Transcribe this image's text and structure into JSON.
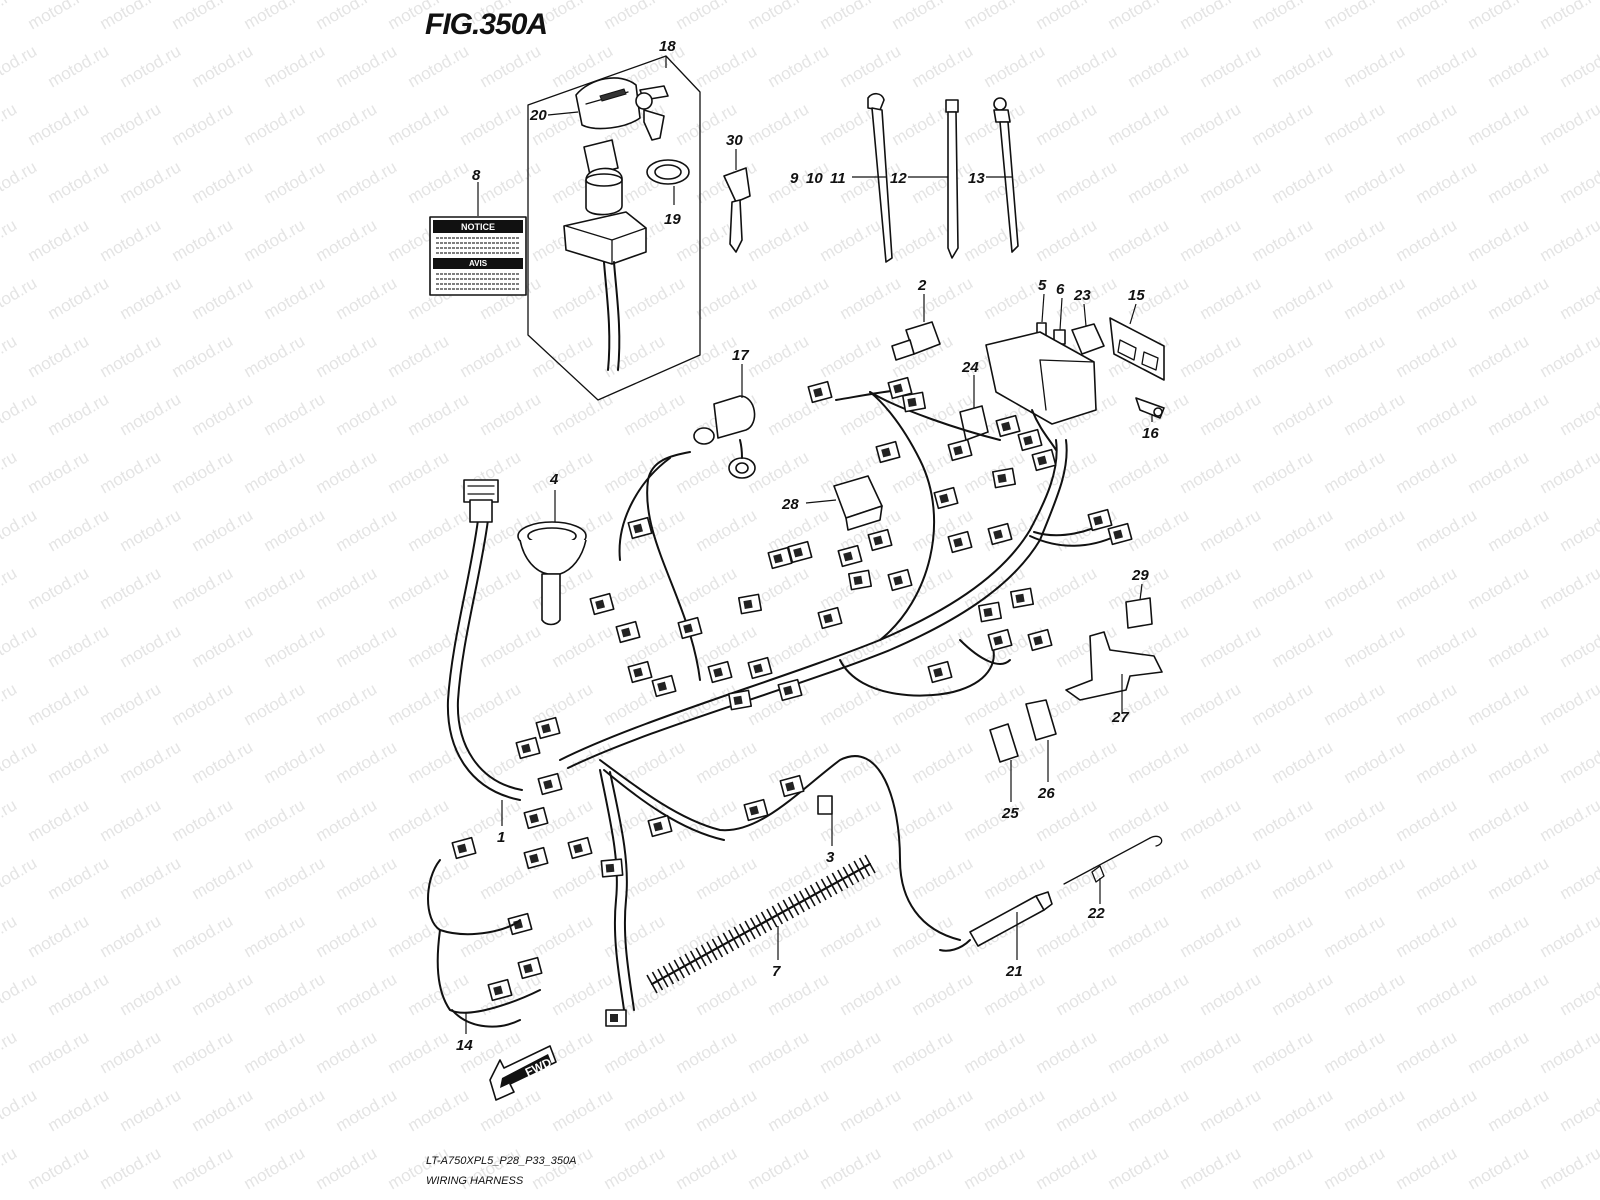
{
  "figure": {
    "title": "FIG.350A",
    "model_code": "LT-A750XPL5_P28_P33_350A",
    "caption": "WIRING HARNESS",
    "direction_label": "FWD"
  },
  "label_boxes": {
    "notice": "NOTICE",
    "avis": "AVIS"
  },
  "watermark": "motod.ru",
  "callouts": [
    {
      "id": "c1",
      "text": "1"
    },
    {
      "id": "c2",
      "text": "2"
    },
    {
      "id": "c3",
      "text": "3"
    },
    {
      "id": "c4",
      "text": "4"
    },
    {
      "id": "c5",
      "text": "5"
    },
    {
      "id": "c6",
      "text": "6"
    },
    {
      "id": "c7",
      "text": "7"
    },
    {
      "id": "c8",
      "text": "8"
    },
    {
      "id": "c9",
      "text": "9"
    },
    {
      "id": "c10",
      "text": "10"
    },
    {
      "id": "c11",
      "text": "11"
    },
    {
      "id": "c12",
      "text": "12"
    },
    {
      "id": "c13",
      "text": "13"
    },
    {
      "id": "c14",
      "text": "14"
    },
    {
      "id": "c15",
      "text": "15"
    },
    {
      "id": "c16",
      "text": "16"
    },
    {
      "id": "c17",
      "text": "17"
    },
    {
      "id": "c18",
      "text": "18"
    },
    {
      "id": "c19",
      "text": "19"
    },
    {
      "id": "c20",
      "text": "20"
    },
    {
      "id": "c21",
      "text": "21"
    },
    {
      "id": "c22",
      "text": "22"
    },
    {
      "id": "c23",
      "text": "23"
    },
    {
      "id": "c24",
      "text": "24"
    },
    {
      "id": "c25",
      "text": "25"
    },
    {
      "id": "c26",
      "text": "26"
    },
    {
      "id": "c27",
      "text": "27"
    },
    {
      "id": "c28",
      "text": "28"
    },
    {
      "id": "c29",
      "text": "29"
    },
    {
      "id": "c30",
      "text": "30"
    }
  ]
}
